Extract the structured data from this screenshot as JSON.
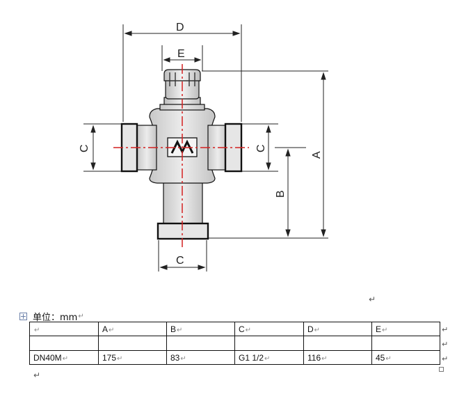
{
  "drawing": {
    "labels": {
      "d": "D",
      "e": "E",
      "a": "A",
      "b": "B",
      "c_left": "C",
      "c_right": "C",
      "c_bottom": "C"
    },
    "colors": {
      "outline": "#111111",
      "centerline": "#d42020",
      "body_fill": "#d9d9d9",
      "dim": "#222222"
    },
    "icons": {
      "valve_symbol": "zigzag-symbol-icon"
    }
  },
  "unit_line": {
    "label": "单位：mm"
  },
  "return_mark": "↵",
  "table": {
    "header": [
      "",
      "A",
      "B",
      "C",
      "D",
      "E"
    ],
    "rows": [
      [
        "DN40M",
        "175",
        "83",
        "G1 1/2",
        "116",
        "45"
      ]
    ]
  }
}
